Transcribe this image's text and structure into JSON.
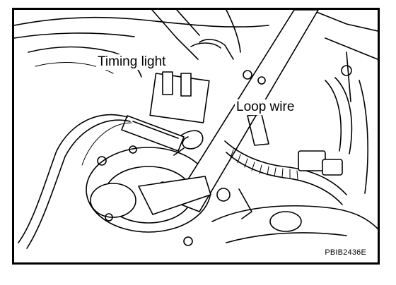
{
  "labels": {
    "timing_light": "Timing light",
    "loop_wire": "Loop wire"
  },
  "figure_code": "PBIB2436E",
  "colors": {
    "ink": "#000000",
    "paper": "#ffffff"
  }
}
